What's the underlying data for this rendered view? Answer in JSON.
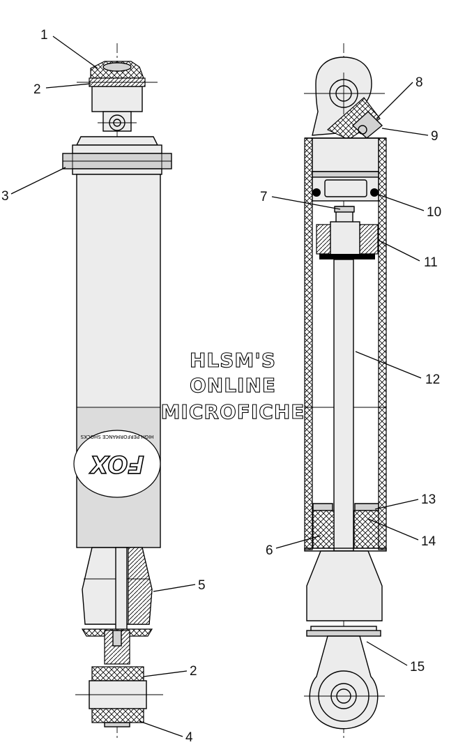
{
  "watermark": {
    "line1": "HLSM'S",
    "line2": "ONLINE",
    "line3": "MICROFICHE"
  },
  "callouts": [
    {
      "id": "c1",
      "label": "1"
    },
    {
      "id": "c2a",
      "label": "2"
    },
    {
      "id": "c3",
      "label": "3"
    },
    {
      "id": "c5",
      "label": "5"
    },
    {
      "id": "c2b",
      "label": "2"
    },
    {
      "id": "c4",
      "label": "4"
    },
    {
      "id": "c8",
      "label": "8"
    },
    {
      "id": "c9",
      "label": "9"
    },
    {
      "id": "c7",
      "label": "7"
    },
    {
      "id": "c10",
      "label": "10"
    },
    {
      "id": "c11",
      "label": "11"
    },
    {
      "id": "c12",
      "label": "12"
    },
    {
      "id": "c13",
      "label": "13"
    },
    {
      "id": "c6",
      "label": "6"
    },
    {
      "id": "c14",
      "label": "14"
    },
    {
      "id": "c15",
      "label": "15"
    }
  ],
  "logo": {
    "brand": "FOX",
    "tagline": "HIGH PERFORMANCE SHOCKS"
  }
}
